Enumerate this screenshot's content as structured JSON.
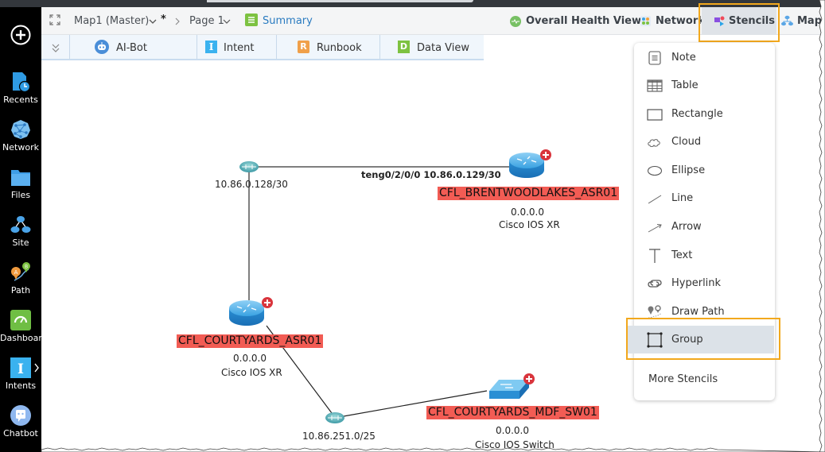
{
  "sidebar": {
    "add_label": "+",
    "items": [
      {
        "label": "Recents",
        "icon": "recents-icon"
      },
      {
        "label": "Network",
        "icon": "network-icon"
      },
      {
        "label": "Files",
        "icon": "folder-icon"
      },
      {
        "label": "Site",
        "icon": "site-icon"
      },
      {
        "label": "Path",
        "icon": "path-icon"
      },
      {
        "label": "Dashboard",
        "icon": "dashboard-icon"
      },
      {
        "label": "Intents",
        "icon": "intents-icon"
      },
      {
        "label": "Chatbot",
        "icon": "chatbot-icon"
      }
    ]
  },
  "toolbar": {
    "map_name": "Map1 (Master)",
    "modified_marker": "*",
    "page_name": "Page 1",
    "summary_label": "Summary",
    "overall_health_label": "Overall Health View",
    "network_label": "Network",
    "stencils_label": "Stencils",
    "map_label": "Map"
  },
  "tabs": [
    {
      "label": "AI-Bot",
      "badge": ""
    },
    {
      "label": "Intent",
      "badge": "I"
    },
    {
      "label": "Runbook",
      "badge": "R"
    },
    {
      "label": "Data View",
      "badge": "D"
    }
  ],
  "stencils_menu": {
    "items": [
      {
        "label": "Note",
        "icon": "note-icon"
      },
      {
        "label": "Table",
        "icon": "table-icon"
      },
      {
        "label": "Rectangle",
        "icon": "rectangle-icon"
      },
      {
        "label": "Cloud",
        "icon": "cloud-icon"
      },
      {
        "label": "Ellipse",
        "icon": "ellipse-icon"
      },
      {
        "label": "Line",
        "icon": "line-icon"
      },
      {
        "label": "Arrow",
        "icon": "arrow-icon"
      },
      {
        "label": "Text",
        "icon": "text-icon"
      },
      {
        "label": "Hyperlink",
        "icon": "hyperlink-icon"
      },
      {
        "label": "Draw Path",
        "icon": "draw-path-icon"
      },
      {
        "label": "Group",
        "icon": "group-icon",
        "selected": true
      }
    ],
    "more_label": "More Stencils"
  },
  "map": {
    "subnets": [
      {
        "label": "10.86.0.128/30"
      },
      {
        "label": "10.86.251.0/25"
      }
    ],
    "devices": [
      {
        "name": "CFL_BRENTWOODLAKES_ASR01",
        "ip": "0.0.0.0",
        "os": "Cisco IOS XR",
        "type": "router"
      },
      {
        "name": "CFL_COURTYARDS_ASR01",
        "ip": "0.0.0.0",
        "os": "Cisco IOS XR",
        "type": "router"
      },
      {
        "name": "CFL_COURTYARDS_MDF_SW01",
        "ip": "0.0.0.0",
        "os": "Cisco IOS Switch",
        "type": "switch"
      }
    ],
    "links": [
      {
        "label": "teng0/2/0/0 10.86.0.129/30"
      }
    ]
  },
  "colors": {
    "highlight": "#f2a81d",
    "device_alert": "#f25c54",
    "sidebar_bg": "#000000"
  }
}
